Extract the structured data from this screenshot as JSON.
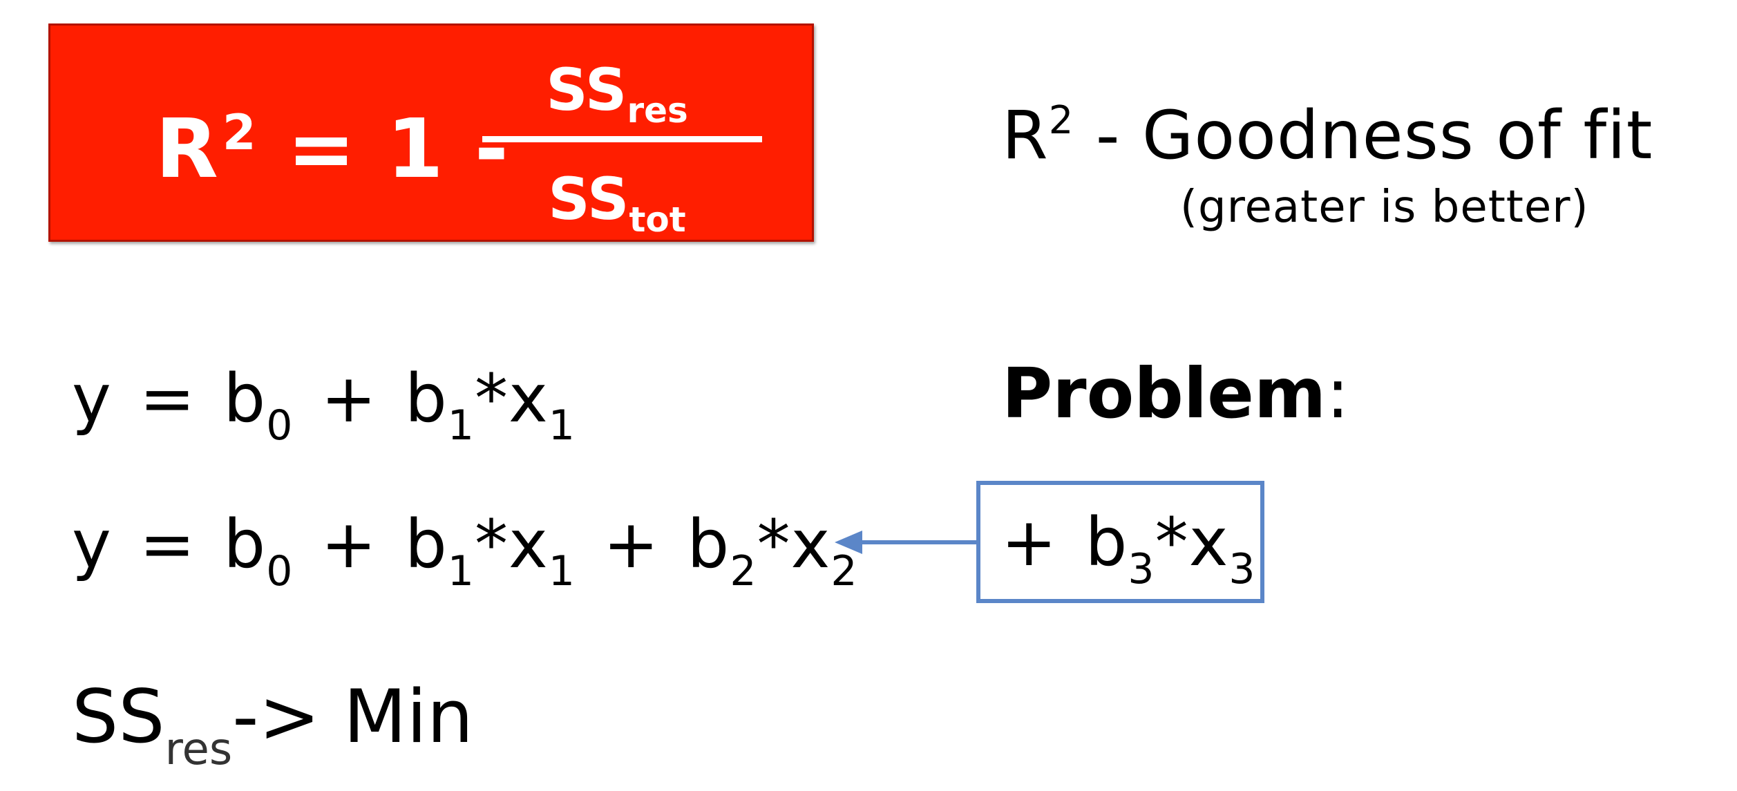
{
  "formula": {
    "lhs_base": "R",
    "lhs_exp": "2",
    "rhs": " = 1 - ",
    "numerator_base": "SS",
    "numerator_sub": "res",
    "denominator_base": "SS",
    "denominator_sub": "tot",
    "box_color": "#ff1e00",
    "text_color": "#ffffff"
  },
  "title": {
    "base": "R",
    "exp": "2",
    "rest": " - Goodness of fit",
    "subtitle": "(greater is better)"
  },
  "equation1": {
    "y": "y",
    "eq": "=",
    "b0": "b",
    "b0_sub": "0",
    "plus1": "+",
    "b1": "b",
    "b1_sub": "1",
    "times1": "*x",
    "x1_sub": "1"
  },
  "equation2": {
    "y": "y",
    "eq": "=",
    "b0": "b",
    "b0_sub": "0",
    "plus1": "+",
    "b1": "b",
    "b1_sub": "1",
    "times1": "*x",
    "x1_sub": "1",
    "plus2": "+",
    "b2": "b",
    "b2_sub": "2",
    "times2": "*x",
    "x2_sub": "2"
  },
  "problem": {
    "label": "Problem",
    "colon": ":"
  },
  "added_term": {
    "plus": "+",
    "b3": "b",
    "b3_sub": "3",
    "times": "*x",
    "x3_sub": "3",
    "border_color": "#5b86c8"
  },
  "minimize": {
    "base": "SS",
    "sub": "res",
    "arrow": "-> Min"
  }
}
